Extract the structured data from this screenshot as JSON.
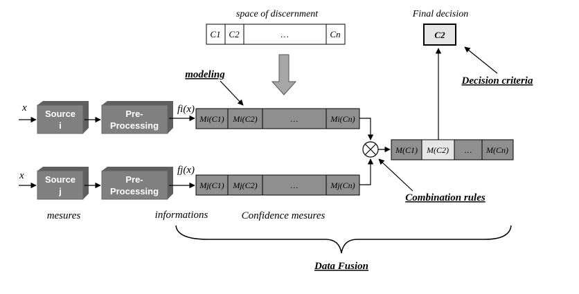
{
  "discernment": {
    "title": "space of discernment",
    "cells": [
      "C1",
      "C2",
      "…",
      "Cn"
    ]
  },
  "final": {
    "title": "Final decision",
    "value": "C2"
  },
  "labels": {
    "modeling": "modeling",
    "decision_criteria": "Decision criteria",
    "combination_rules": "Combination rules",
    "data_fusion": "Data Fusion",
    "mesures": "mesures",
    "informations": "informations",
    "confidence_mesures": "Confidence mesures"
  },
  "inputs": {
    "top_x": "x",
    "bottom_x": "x",
    "top_f": "fi(x)",
    "bottom_f": "fj(x)"
  },
  "sources": {
    "top": "Source i",
    "bottom": "Source j"
  },
  "preprocessing": {
    "label_line1": "Pre-",
    "label_line2": "Processing"
  },
  "mass_rows": {
    "top": [
      "Mi(C1)",
      "Mi(C2)",
      "…",
      "Mi(Cn)"
    ],
    "bottom": [
      "Mj(C1)",
      "Mj(C2)",
      "…",
      "Mj(Cn)"
    ],
    "combined": [
      "M(C1)",
      "M(C2)",
      "…",
      "M(Cn)"
    ]
  },
  "colors": {
    "box_fill": "#808080",
    "cell_gray": "#8f8f8f",
    "cell_light": "#e6e6e6",
    "arrow_fill": "#a6a6a6"
  }
}
